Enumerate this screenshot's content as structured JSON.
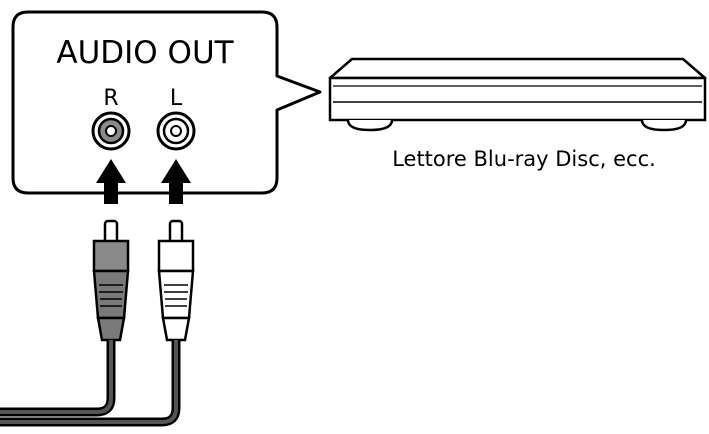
{
  "panel": {
    "title": "AUDIO OUT",
    "right_label": "R",
    "left_label": "L"
  },
  "device": {
    "caption": "Lettore Blu-ray Disc, ecc."
  },
  "colors": {
    "line": "#000000",
    "right_jack": "#8a8a8a",
    "left_jack": "#ffffff",
    "right_plug": "#8a8a8a",
    "left_plug": "#ffffff",
    "cable": "#555555"
  },
  "icons": [
    "jack-icon",
    "up-arrow-icon",
    "rca-plug-icon",
    "blu-ray-player-icon"
  ]
}
